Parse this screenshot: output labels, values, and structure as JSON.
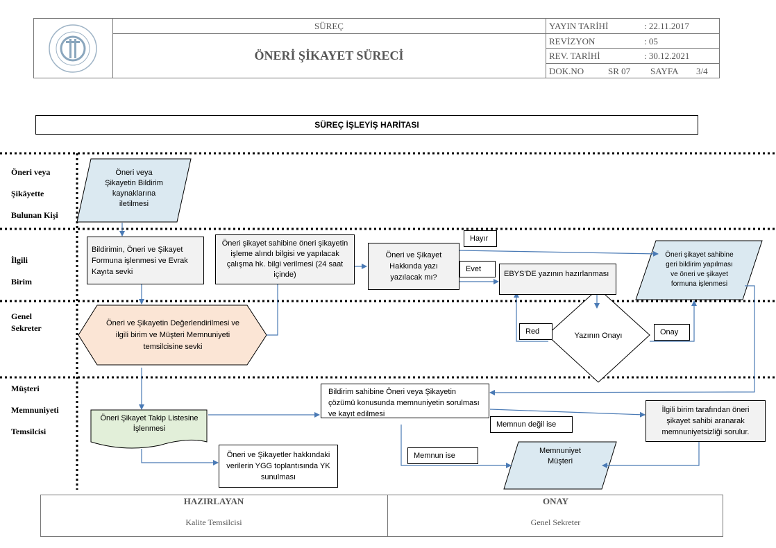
{
  "header": {
    "surec_label": "SÜREÇ",
    "title": "ÖNERİ ŞİKAYET SÜRECİ",
    "yayin_tarihi_label": "YAYIN TARİHİ",
    "yayin_tarihi_value": ": 22.11.2017",
    "revizyon_label": "REVİZYON",
    "revizyon_value": ": 05",
    "rev_tarihi_label": "REV. TARİHİ",
    "rev_tarihi_value": ": 30.12.2021",
    "dok_no_label": "DOK.NO",
    "dok_no_value": "SR 07",
    "sayfa_label": "SAYFA",
    "sayfa_value": "3/4"
  },
  "map_title": "SÜREÇ İŞLEYİŞ HARİTASI",
  "lanes": {
    "lane1": [
      "Öneri veya",
      "Şikâyette",
      "Bulunan Kişi"
    ],
    "lane2": [
      "İlgili",
      "Birim"
    ],
    "lane3": [
      "Genel",
      "Sekreter"
    ],
    "lane4": [
      "Müşteri",
      "Memnuniyeti",
      "Temsilcisi"
    ]
  },
  "nodes": {
    "n1": "Öneri veya Şikayetin Bildirim kaynaklarına iletilmesi",
    "n2": "Bildirimin, Öneri ve Şikayet Formuna işlenmesi ve Evrak Kayıta sevki",
    "n3": "Öneri şikayet sahibine öneri şikayetin işleme alındı bilgisi ve yapılacak çalışma hk. bilgi verilmesi (24 saat içinde)",
    "n4": "Öneri ve Şikayet Hakkında yazı yazılacak mı?",
    "n5": "EBYS'DE yazının hazırlanması",
    "n6": "Öneri şikayet sahibine geri bildirim yapılması ve öneri ve şikayet formuna işlenmesi",
    "n7": "Öneri ve Şikayetin Değerlendirilmesi ve ilgili birim ve Müşteri Memnuniyeti temsilcisine sevki",
    "n8": "Yazının Onayı",
    "n9": "Bildirim sahibine Öneri veya Şikayetin çözümü konusunda memnuniyetin sorulması ve kayıt edilmesi",
    "n10": "Öneri Şikayet Takip Listesine İşlenmesi",
    "n11": "Öneri ve Şikayetler hakkındaki verilerin YGG toplantısında YK sunulması",
    "n12": "İlgili birim tarafından öneri şikayet sahibi aranarak memnuniyetsizliği sorulur.",
    "n13": "Memnuniyet Müşteri"
  },
  "labels": {
    "hayir": "Hayır",
    "evet": "Evet",
    "red": "Red",
    "onay": "Onay",
    "memnun_degil": "Memnun değil ise",
    "memnun": "Memnun ise"
  },
  "footer": {
    "hazirlayan_label": "HAZIRLAYAN",
    "hazirlayan_value": "Kalite Temsilcisi",
    "onay_label": "ONAY",
    "onay_value": "Genel Sekreter"
  },
  "colors": {
    "parallelogram_fill": "#dbe9f1",
    "hexagon_fill": "#fbe5d5",
    "document_fill": "#e2efd9",
    "process_fill": "#f2f2f2",
    "connector": "#4a7ab5"
  }
}
